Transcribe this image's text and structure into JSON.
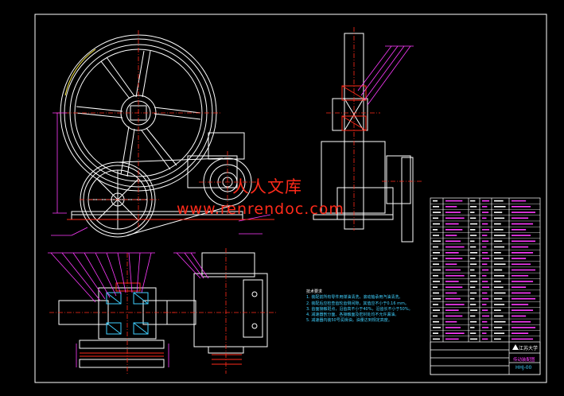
{
  "watermark": {
    "chinese": "人人文库",
    "url": "www.renrendoc.com"
  },
  "title_block": {
    "school": "江苏大学",
    "drawing_name": "传动装配图",
    "drawing_no": "HHJ-00"
  },
  "tech_notes": {
    "heading": "技术要求",
    "lines": [
      "1. 装配前所有零件用煤油清洗，滚动轴承用汽油清洗。",
      "2. 装配后应检查齿轮齿侧间隙，其值应不小于0.16 mm。",
      "3. 齿面接触斑点，沿齿高不小于40%，沿齿长不小于50%。",
      "4. 减速器剖分面、各接触面及密封处均不允许漏油。",
      "5. 减速器内装50号润滑油，油量达到规定高度。"
    ]
  },
  "colors": {
    "background": "#000000",
    "outline": "#ffffff",
    "center_line": "#ff2a1a",
    "dimension": "#ff3bff",
    "section_hatch": "#3fd0ff",
    "watermark": "#ff2a1a"
  }
}
